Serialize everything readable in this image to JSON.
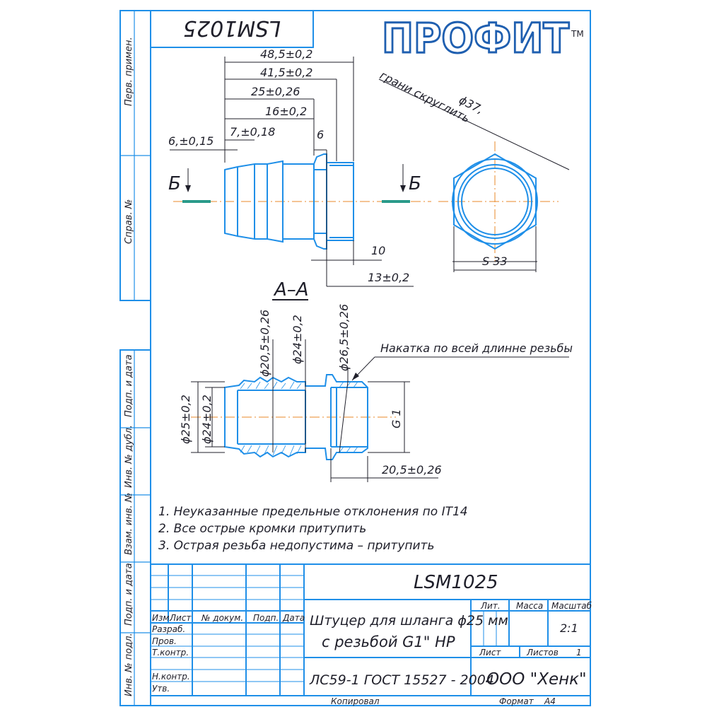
{
  "brand": {
    "logo_text": "ПРОФИТ",
    "trademark": "TM"
  },
  "drawing_number_mirrored": "LSM1025",
  "side_labels": {
    "perv_primen": "Перв. примен.",
    "sprav_no": "Справ. №",
    "podp_data_1": "Подп. и дата",
    "inv_dubl": "Инв. № дубл.",
    "vzam_inv": "Взам. инв. №",
    "podp_data_2": "Подп. и дата",
    "inv_podl": "Инв. № подл."
  },
  "side_view": {
    "dims": {
      "d_48_5": "48,5±0,2",
      "d_41_5": "41,5±0,2",
      "d_25": "25±0,26",
      "d_16": "16±0,2",
      "d_7": "7,±0,18",
      "d_6_tol": "6,±0,15",
      "d_6": "6",
      "d_10": "10",
      "d_13": "13±0,2"
    },
    "section_mark_left": "Б",
    "section_mark_right": "Б"
  },
  "hex_view": {
    "edges_note": "грани скруглить",
    "dia_37": "ϕ37,",
    "s_33": "S 33"
  },
  "section_view": {
    "title": "А–А",
    "dims": {
      "d_20_5": "ϕ20,5±0,26",
      "d_24_top": "ϕ24±0,2",
      "d_26_5": "ϕ26,5±0,26",
      "d_25": "ϕ25±0,2",
      "d_24_left": "ϕ24±0,2",
      "g1": "G 1",
      "l_20_5": "20,5±0,26"
    },
    "knurl_note": "Накатка по всей длинне резьбы"
  },
  "notes": [
    "1. Неуказанные предельные отклонения по IT14",
    "2. Все острые кромки притупить",
    "3. Острая резьба недопустима – притупить"
  ],
  "title_block": {
    "designation": "LSM1025",
    "name_line1": "Штуцер для шланга ϕ25 мм",
    "name_line2": "с резьбой G1\" НР",
    "material": "ЛС59-1 ГОСТ 15527 - 2004",
    "company": "ООО \"Хенк\"",
    "col_izm": "Изм.",
    "col_list": "Лист",
    "col_docum": "№ докум.",
    "col_podp": "Подп.",
    "col_data": "Дата",
    "row_razrab": "Разраб.",
    "row_prov": "Пров.",
    "row_tkontr": "Т.контр.",
    "row_nkontr": "Н.контр.",
    "row_utv": "Утв.",
    "lit": "Лит.",
    "massa": "Масса",
    "masshtab": "Масштаб",
    "scale": "2:1",
    "list": "Лист",
    "listov": "Листов",
    "listov_value": "1",
    "kopiroval": "Копировал",
    "format": "Формат",
    "format_value": "А4"
  },
  "colors": {
    "frame": "#1f8fe8",
    "text": "#1f1f2a",
    "axis": "#e98a2a",
    "section_line": "#2a9a8a"
  }
}
